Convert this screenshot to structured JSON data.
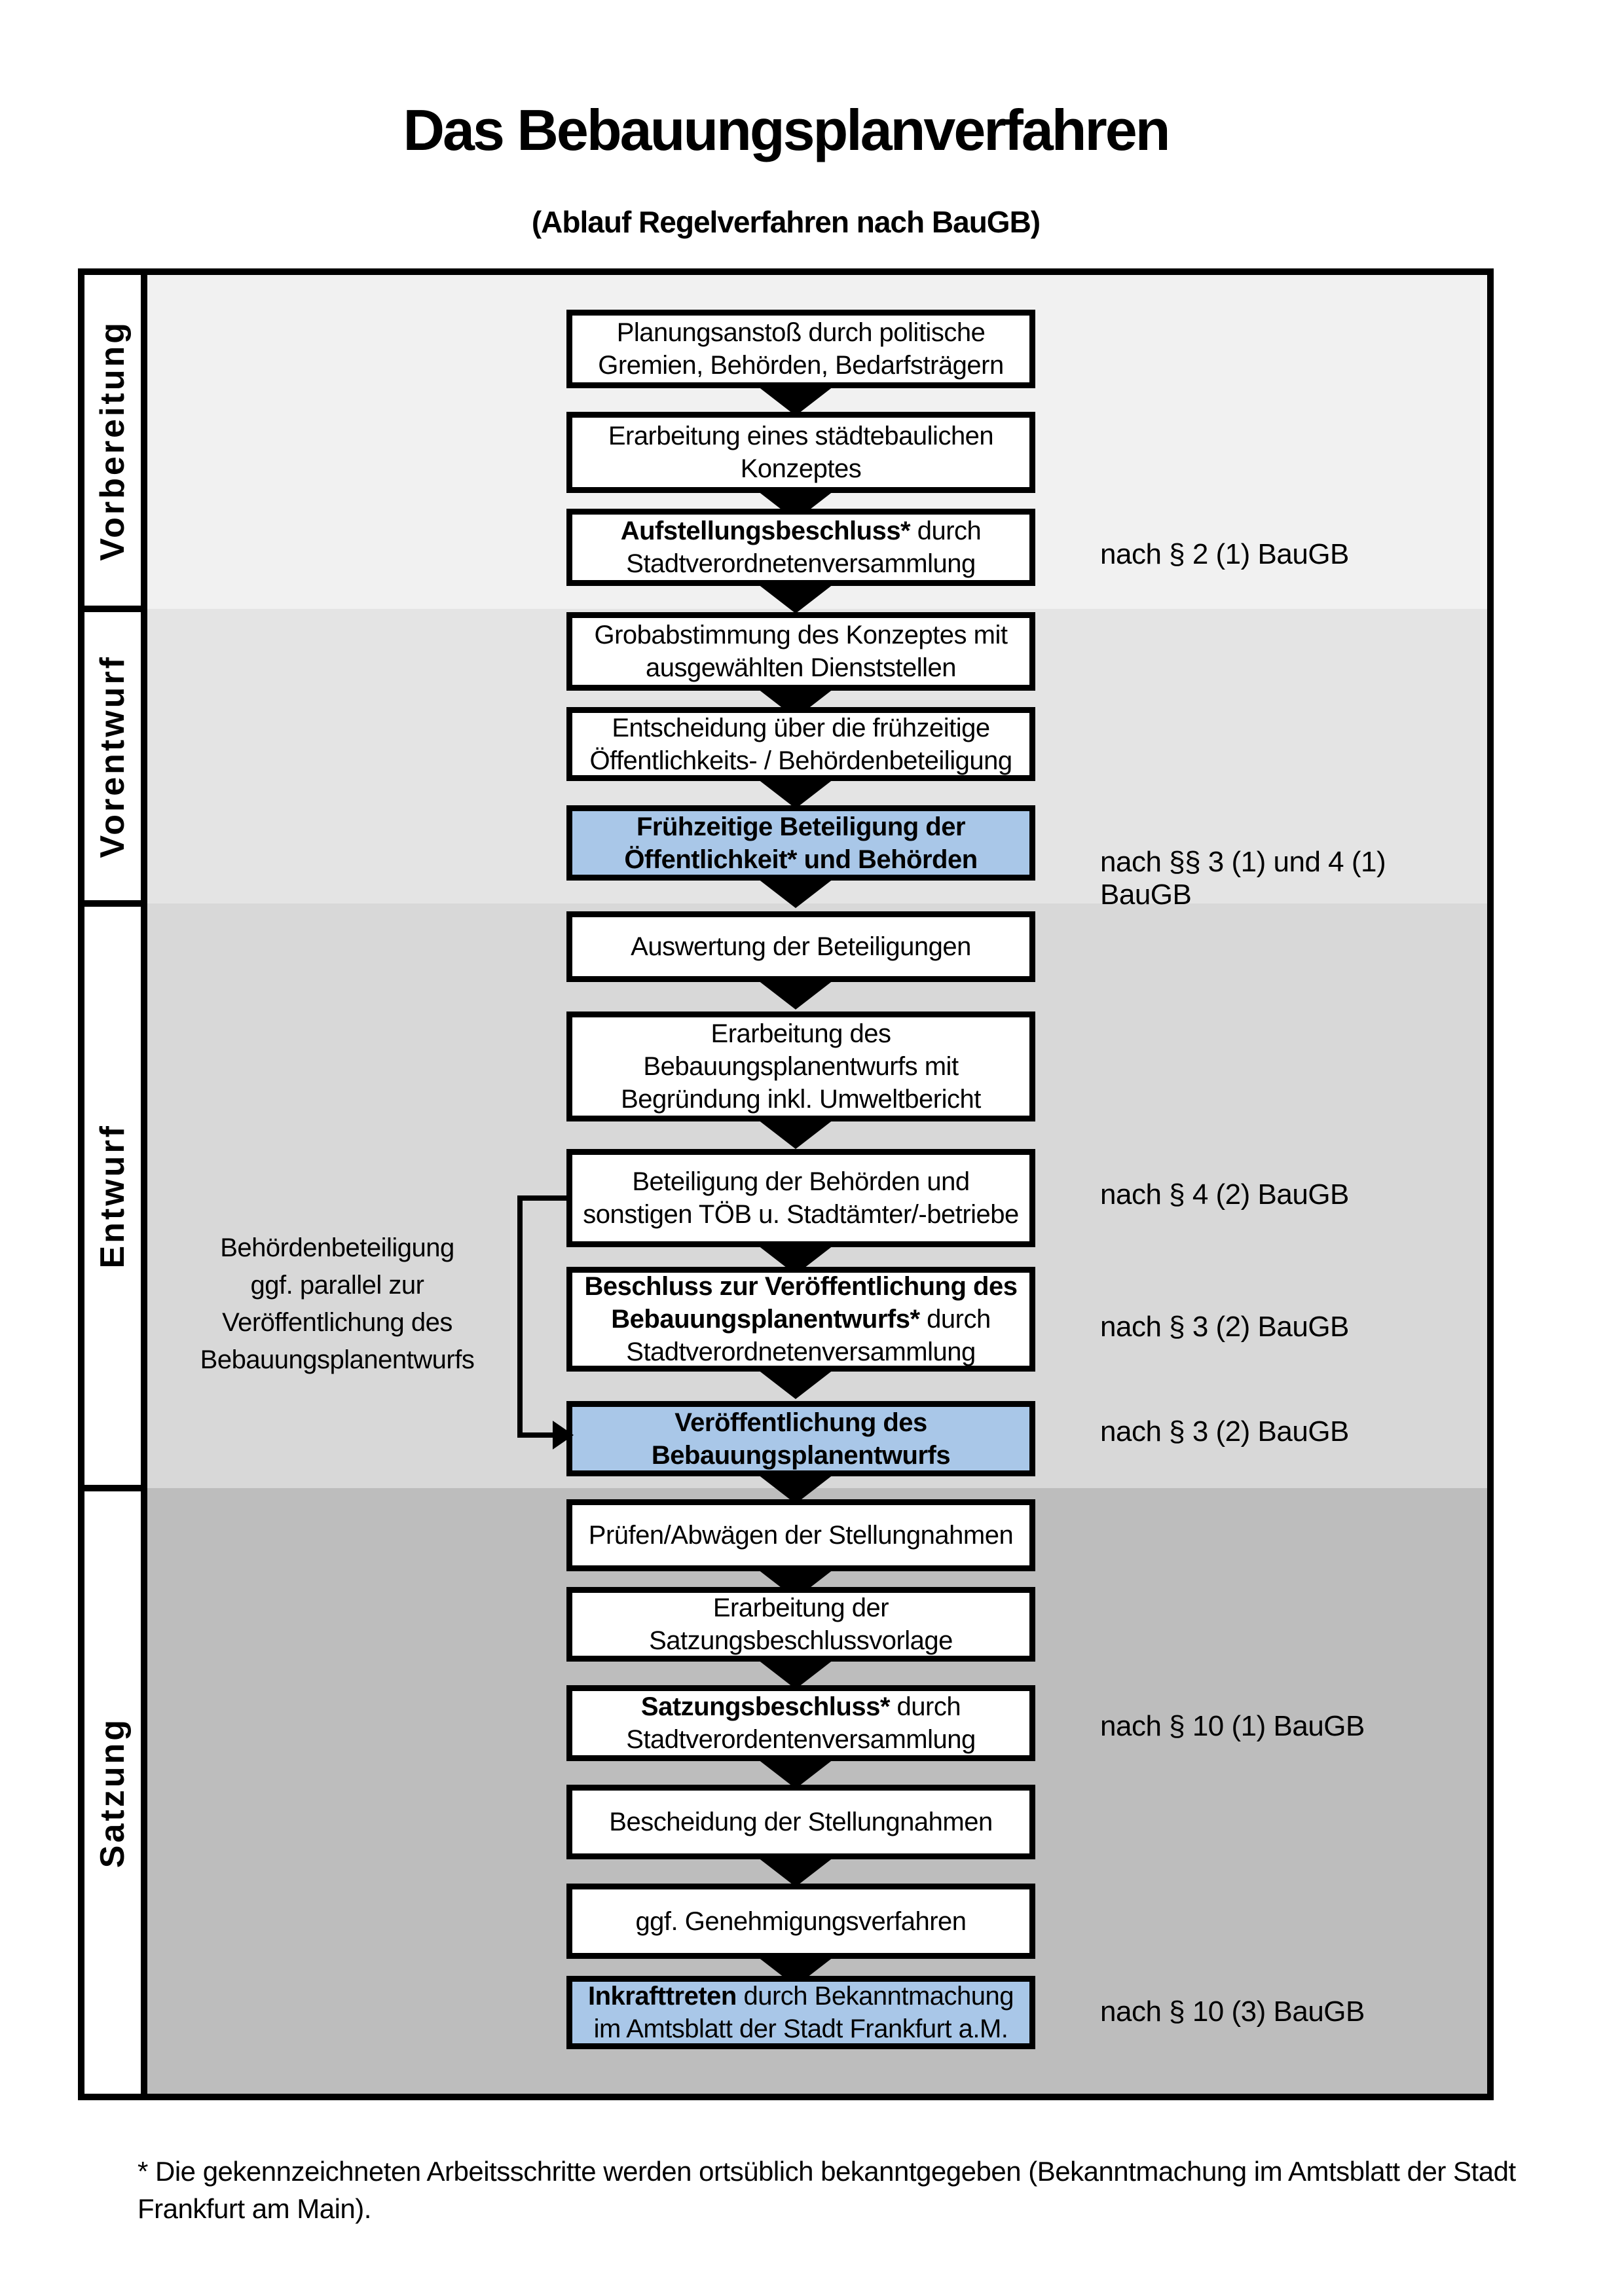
{
  "title": "Das Bebauungsplanverfahren",
  "subtitle": "(Ablauf Regelverfahren nach BauGB)",
  "phases": [
    {
      "label": "Vorbereitung"
    },
    {
      "label": "Vorentwurf"
    },
    {
      "label": "Entwurf"
    },
    {
      "label": "Satzung"
    }
  ],
  "boxes": [
    {
      "text": "Planungsanstoß durch politische Gremien, Behörden, Bedarfsträgern"
    },
    {
      "text": "Erarbeitung eines städtebaulichen Konzeptes"
    },
    {
      "bold": "Aufstellungsbeschluss*",
      "text": " durch Stadtverordnetenversammlung",
      "note": "nach § 2 (1) BauGB"
    },
    {
      "text": "Grobabstimmung des Konzeptes mit ausgewählten Dienststellen"
    },
    {
      "text": "Entscheidung über die frühzeitige Öffentlichkeits- / Behördenbeteiligung"
    },
    {
      "bold": "Frühzeitige Beteiligung der Öffentlichkeit* und Behörden",
      "note": "nach §§ 3 (1) und 4 (1) BauGB"
    },
    {
      "text": "Auswertung der Beteiligungen"
    },
    {
      "text": "Erarbeitung des Bebauungsplanentwurfs mit Begründung inkl. Umweltbericht"
    },
    {
      "text": "Beteiligung der Behörden und sonstigen TÖB u. Stadtämter/-betriebe",
      "note": "nach § 4 (2) BauGB"
    },
    {
      "bold": "Beschluss zur Veröffentlichung des Bebauungsplanentwurfs*",
      "text": " durch Stadtverordnetenversammlung",
      "note": "nach § 3 (2) BauGB"
    },
    {
      "bold": "Veröffentlichung des Bebauungsplanentwurfs",
      "note": "nach § 3 (2) BauGB"
    },
    {
      "text": "Prüfen/Abwägen der Stellungnahmen"
    },
    {
      "text": "Erarbeitung der Satzungsbeschlussvorlage"
    },
    {
      "bold": "Satzungsbeschluss*",
      "text": " durch Stadtverordentenversammlung",
      "note": "nach § 10 (1) BauGB"
    },
    {
      "text": "Bescheidung der Stellungnahmen"
    },
    {
      "text": "ggf. Genehmigungsverfahren"
    },
    {
      "bold": "Inkrafttreten",
      "text": " durch Bekanntmachung im Amtsblatt der Stadt Frankfurt a.M.",
      "note": "nach § 10 (3) BauGB"
    }
  ],
  "annotation": "Behördenbeteiligung\nggf. parallel zur\nVeröffentlichung des\nBebauungsplanentwurfs",
  "footnote": "* Die gekennzeichneten Arbeitsschritte werden ortsüblich bekanntgegeben (Bekanntmachung im Amtsblatt  der Stadt\nFrankfurt am Main).",
  "colors": {
    "highlight": "#a9c7e8",
    "band1": "#f1f1f1",
    "band2": "#e4e4e4",
    "band3": "#d8d8d8",
    "band4": "#bdbdbd"
  }
}
